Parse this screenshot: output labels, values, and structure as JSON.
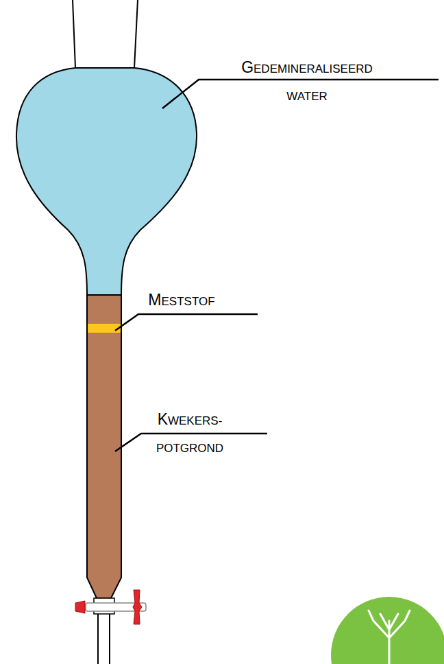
{
  "diagram": {
    "labels": [
      "GEDEMINERALISEERD WATER",
      "MESTSTOF",
      "KWEKERS- POTGROND"
    ]
  }
}
